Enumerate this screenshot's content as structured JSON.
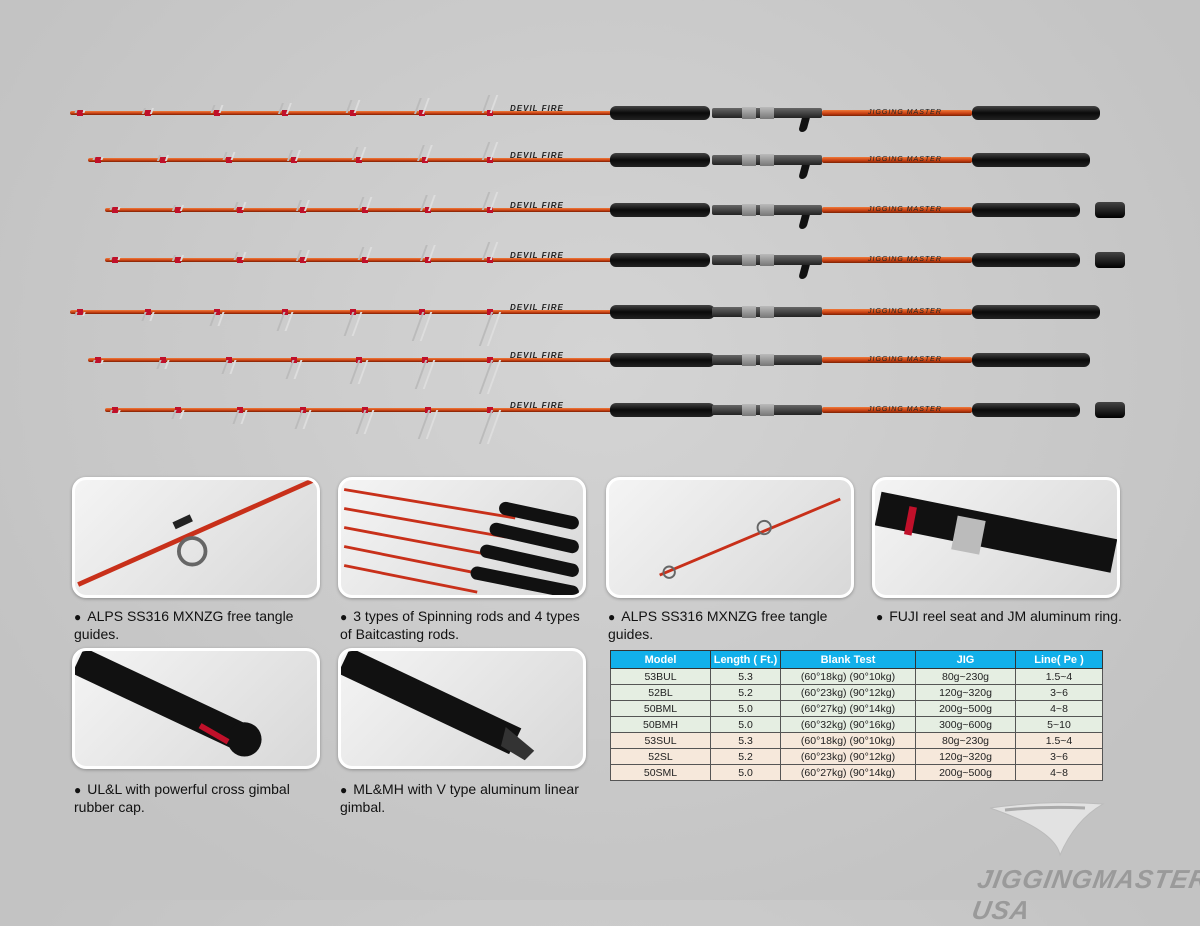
{
  "rods": {
    "blank_brand": "DEVIL FIRE",
    "handle_brand": "JIGGING MASTER"
  },
  "features": [
    {
      "caption": "ALPS SS316 MXNZG free tangle guides."
    },
    {
      "caption": "3 types of Spinning rods and 4 types of Baitcasting rods."
    },
    {
      "caption": "ALPS SS316 MXNZG free tangle guides."
    },
    {
      "caption": "FUJI reel seat and JM aluminum ring."
    },
    {
      "caption": "UL&L with powerful cross gimbal rubber cap."
    },
    {
      "caption": "ML&MH with V type aluminum linear gimbal."
    }
  ],
  "bullet": "●",
  "spec_table": {
    "headers": [
      "Model",
      "Length ( Ft.)",
      "Blank Test",
      "JIG",
      "Line( Pe )"
    ],
    "rows": [
      [
        "53BUL",
        "5.3",
        "(60°18kg)  (90°10kg)",
        "80g~230g",
        "1.5~4"
      ],
      [
        "52BL",
        "5.2",
        "(60°23kg)  (90°12kg)",
        "120g~320g",
        "3~6"
      ],
      [
        "50BML",
        "5.0",
        "(60°27kg)  (90°14kg)",
        "200g~500g",
        "4~8"
      ],
      [
        "50BMH",
        "5.0",
        "(60°32kg)  (90°16kg)",
        "300g~600g",
        "5~10"
      ],
      [
        "53SUL",
        "5.3",
        "(60°18kg)  (90°10kg)",
        "80g~230g",
        "1.5~4"
      ],
      [
        "52SL",
        "5.2",
        "(60°23kg)  (90°12kg)",
        "120g~320g",
        "3~6"
      ],
      [
        "50SML",
        "5.0",
        "(60°27kg)  (90°14kg)",
        "200g~500g",
        "4~8"
      ]
    ]
  },
  "logo": {
    "text": "JIGGINGMASTER USA"
  },
  "colors": {
    "blank": "#d9501a",
    "wrap": "#c0102a",
    "table_header": "#12b0ea",
    "row_bait": "#e5eee2",
    "row_spin": "#f6e8db"
  }
}
